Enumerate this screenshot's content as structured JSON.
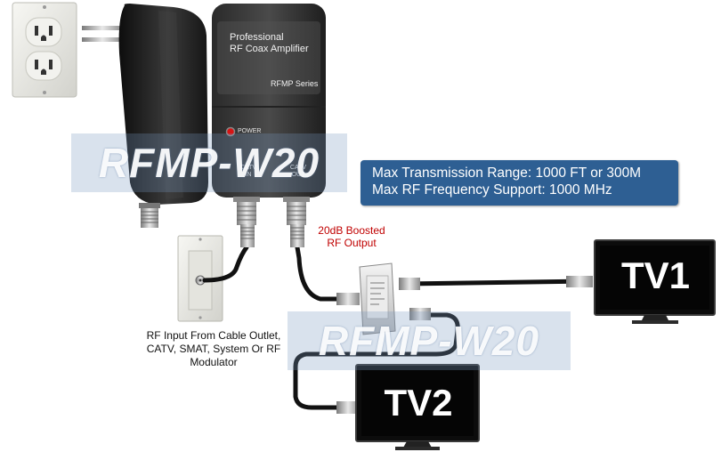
{
  "amplifier": {
    "title_line1": "Professional",
    "title_line2": "RF Coax Amplifier",
    "series": "RFMP Series",
    "power_label": "POWER",
    "port_in_line1": "CATV",
    "port_in_line2": "IN",
    "port_out_line1": "CATV",
    "port_out_line2": "OUT"
  },
  "specs": {
    "line1": "Max Transmission Range: 1000 FT or 300M",
    "line2": "Max RF Frequency Support: 1000 MHz"
  },
  "boosted_output": {
    "line1": "20dB Boosted",
    "line2": "RF Output"
  },
  "input_caption": {
    "line1": "RF Input From Cable Outlet,",
    "line2": "CATV, SMAT, System Or RF",
    "line3": "Modulator"
  },
  "tvs": {
    "tv1": "TV1",
    "tv2": "TV2"
  },
  "watermark": "RFMP-W20",
  "colors": {
    "spec_box": "#2e5f93",
    "boosted_text": "#c00000",
    "device_body": "#1a1a1a",
    "cable": "#111111",
    "outlet_plate": "#e9e9e4"
  }
}
